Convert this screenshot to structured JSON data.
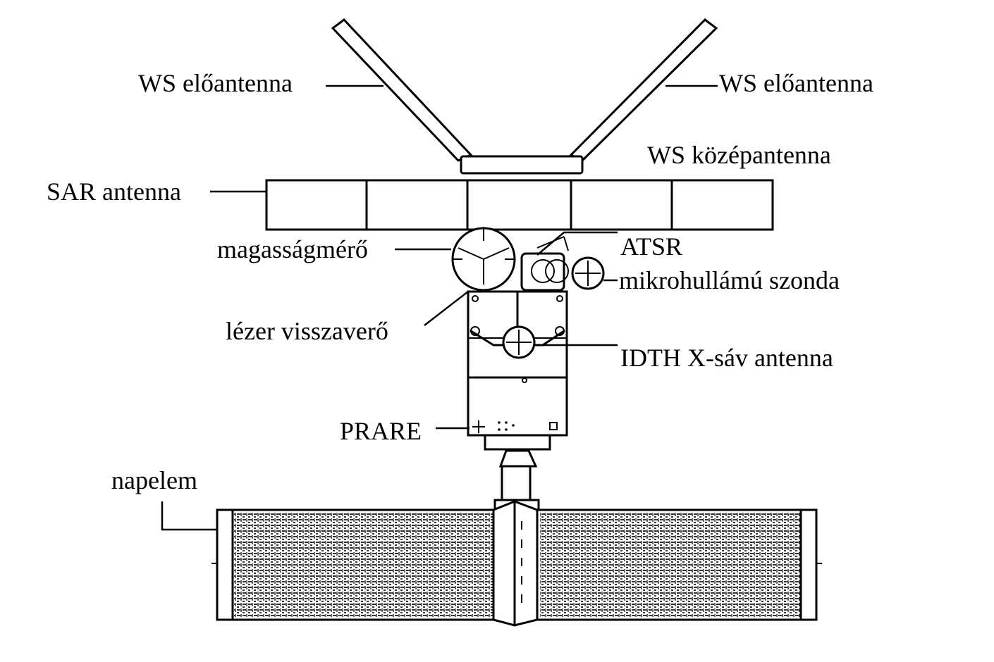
{
  "labels": {
    "ws_front_left": "WS előantenna",
    "ws_front_right": "WS előantenna",
    "ws_mid": "WS középantenna",
    "sar": "SAR antenna",
    "altimeter": "magasságmérő",
    "atsr": "ATSR",
    "microwave": "mikrohullámú szonda",
    "laser": "lézer visszaverő",
    "idth": "IDTH X-sáv antenna",
    "prare": "PRARE",
    "solar": "napelem"
  },
  "colors": {
    "line": "#000000",
    "background": "#ffffff"
  }
}
